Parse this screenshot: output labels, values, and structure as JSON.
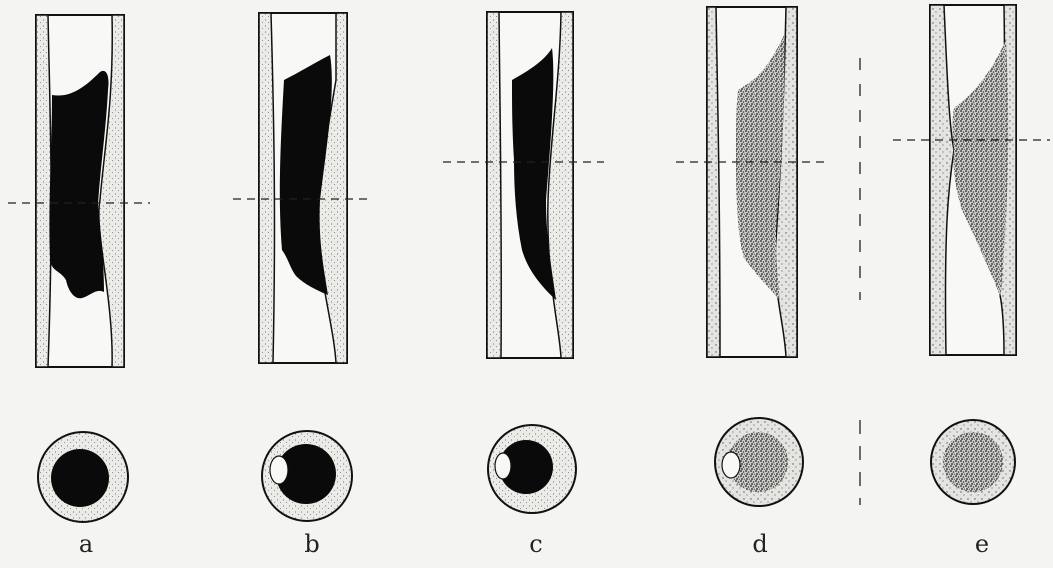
{
  "figure": {
    "panels": [
      {
        "label": "a",
        "fill": "solid"
      },
      {
        "label": "b",
        "fill": "solid"
      },
      {
        "label": "c",
        "fill": "solid"
      },
      {
        "label": "d",
        "fill": "stippled"
      },
      {
        "label": "e",
        "fill": "stippled"
      }
    ],
    "colors": {
      "ink": "#111111",
      "paper": "#f4f4f2",
      "wall": "#e6e6e2"
    }
  }
}
